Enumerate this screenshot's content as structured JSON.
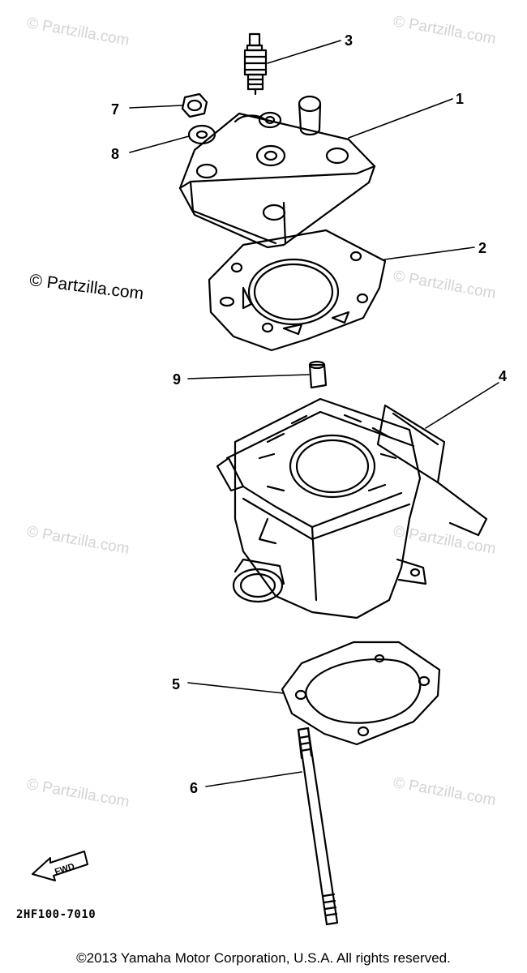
{
  "watermarks": {
    "faint_text": "© Partzilla.com",
    "main_text": "© Partzilla.com"
  },
  "callouts": [
    "1",
    "2",
    "3",
    "4",
    "5",
    "6",
    "7",
    "8",
    "9"
  ],
  "fwd_label": "FWD",
  "diagram_code": "2HF100-7010",
  "copyright": "©2013 Yamaha Motor Corporation, U.S.A. All rights reserved."
}
